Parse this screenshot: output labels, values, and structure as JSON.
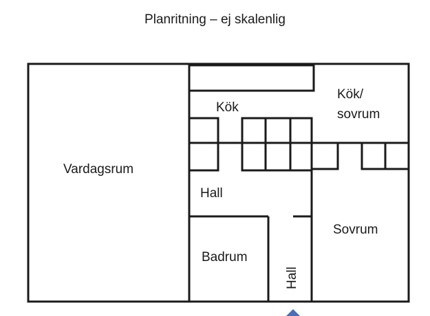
{
  "title": "Planritning – ej skalenlig",
  "rooms": {
    "vardagsrum": "Vardagsrum",
    "kok": "Kök",
    "kok_sovrum_line1": "Kök/",
    "kok_sovrum_line2": "sovrum",
    "hall": "Hall",
    "sovrum": "Sovrum",
    "badrum": "Badrum",
    "hall_corridor": "Hall"
  },
  "entrance_marker": "arrow-up-icon",
  "colors": {
    "wall": "#1a1a1a",
    "entrance": "#4a6fb5",
    "background": "#ffffff"
  }
}
